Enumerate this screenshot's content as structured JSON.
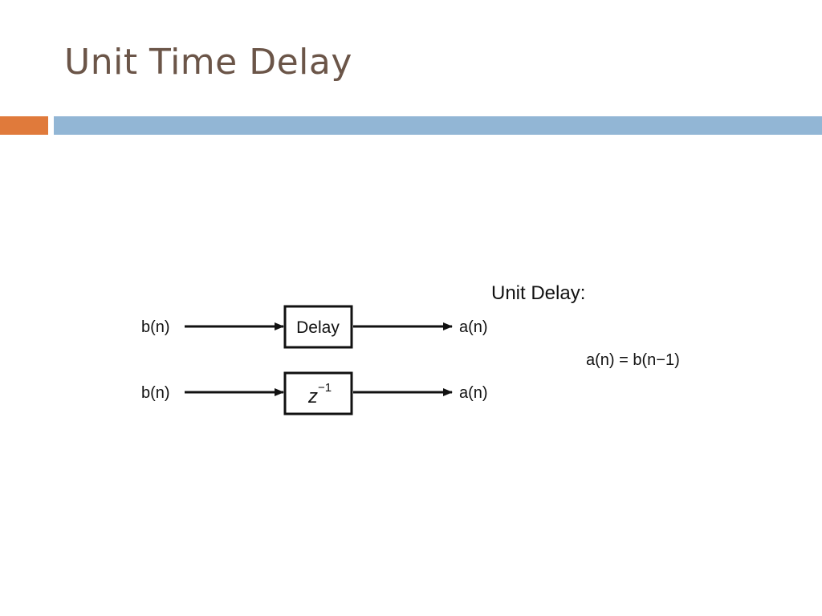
{
  "slide": {
    "title": "Unit Time Delay",
    "accent_colors": {
      "orange": "#e07a3b",
      "blue": "#92b6d5",
      "title": "#6b5548"
    }
  },
  "diagram": {
    "heading": "Unit Delay:",
    "row1": {
      "input": "b(n)",
      "block": "Delay",
      "output": "a(n)"
    },
    "row2": {
      "input": "b(n)",
      "block_base": "z",
      "block_exp": "−1",
      "output": "a(n)"
    },
    "equation": "a(n) = b(n−1)"
  }
}
